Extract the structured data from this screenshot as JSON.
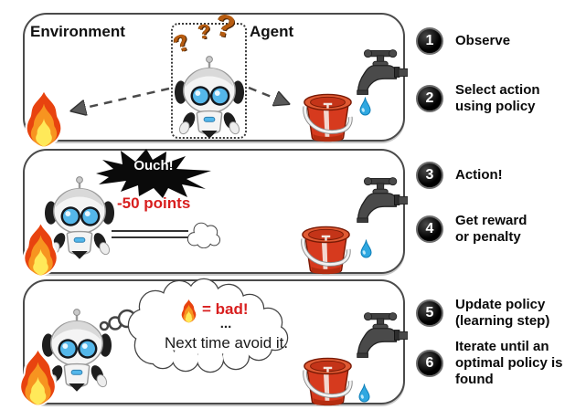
{
  "panel1": {
    "environment_label": "Environment",
    "agent_label": "Agent",
    "question_marks": [
      "?",
      "?",
      "?"
    ]
  },
  "panel2": {
    "ouch_label": "Ouch!",
    "penalty_label": "-50 points"
  },
  "panel3": {
    "thought_bad_label": "= bad!",
    "thought_dots": "...",
    "thought_next_label": "Next time avoid it."
  },
  "steps": [
    {
      "number": "1",
      "label": "Observe"
    },
    {
      "number": "2",
      "label": "Select action\nusing policy"
    },
    {
      "number": "3",
      "label": "Action!"
    },
    {
      "number": "4",
      "label": "Get reward\nor penalty"
    },
    {
      "number": "5",
      "label": "Update policy\n(learning step)"
    },
    {
      "number": "6",
      "label": "Iterate until an\noptimal policy is\nfound"
    }
  ],
  "icons": {
    "robot": "robot-icon",
    "fire": "fire-icon",
    "faucet": "faucet-icon",
    "bucket": "bucket-icon",
    "water_drop": "water-drop-icon",
    "thought_bubble": "thought-bubble-icon",
    "explosion_burst": "explosion-burst-icon",
    "dashed_arrow": "dashed-arrow",
    "smoke_puff": "smoke-puff-icon"
  },
  "colors": {
    "panel_border": "#4A4A4A",
    "penalty_red": "#D81E1E",
    "fire_outer": "#E8430F",
    "fire_mid": "#F79420",
    "fire_inner": "#FFE959",
    "bucket_red": "#D63A1E",
    "drop_blue": "#2FA8E1",
    "faucet_gray": "#4A4A4A",
    "step_circle_black": "#0A0A0A"
  }
}
